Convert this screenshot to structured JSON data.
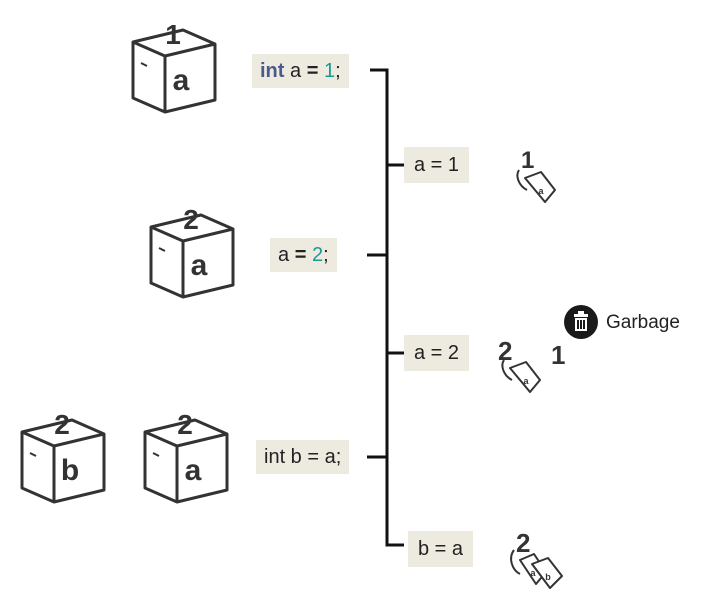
{
  "boxes": [
    {
      "label": "a",
      "value": "1"
    },
    {
      "label": "a",
      "value": "2"
    },
    {
      "label": "b",
      "value": "2"
    },
    {
      "label": "a",
      "value": "2"
    }
  ],
  "code_lines": [
    {
      "parts": [
        {
          "t": "int",
          "c": "kw"
        },
        {
          "t": " a ",
          "c": ""
        },
        {
          "t": "=",
          "c": "op"
        },
        {
          "t": " ",
          "c": ""
        },
        {
          "t": "1",
          "c": "num"
        },
        {
          "t": ";",
          "c": ""
        }
      ]
    },
    {
      "parts": [
        {
          "t": "a ",
          "c": ""
        },
        {
          "t": "=",
          "c": "op"
        },
        {
          "t": " ",
          "c": ""
        },
        {
          "t": "2",
          "c": "num"
        },
        {
          "t": ";",
          "c": ""
        }
      ]
    },
    {
      "parts": [
        {
          "t": "int b = a;",
          "c": ""
        }
      ]
    }
  ],
  "states": [
    "a = 1",
    "a = 2",
    "b = a"
  ],
  "tags": {
    "state1": {
      "number": "1",
      "tag": "a"
    },
    "state2": {
      "number": "2",
      "tag": "a",
      "orphan_number": "1"
    },
    "state3": {
      "number": "2",
      "tags": [
        "a",
        "b"
      ]
    }
  },
  "garbage": {
    "label": "Garbage"
  },
  "colors": {
    "code_bg": "#edeae0",
    "keyword": "#4a5a8c",
    "number": "#1a9a96",
    "ink": "#222222"
  }
}
